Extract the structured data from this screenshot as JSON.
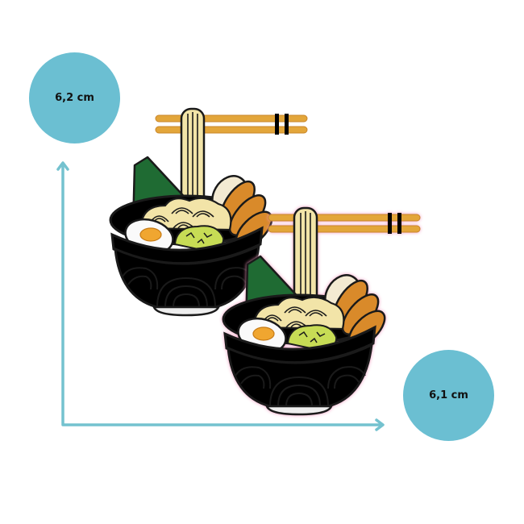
{
  "dimensions": {
    "height_label": "6,2 cm",
    "width_label": "6,1 cm"
  },
  "colors": {
    "background": "#ffffff",
    "badge": "#6bbfd2",
    "arrow": "#74c2cf",
    "outline": "#1a1a1a",
    "noodle": "#f2e4a8",
    "chopstick": "#e3a63a",
    "nori": "#1f6b33",
    "egg_white": "#fafafa",
    "egg_yolk": "#f0a630",
    "narutomaki_meat": "#d98a2a",
    "meat_cream": "#f3ead2",
    "greens": "#c7dc55",
    "blue_patch": {
      "rim": "#1f6fc4",
      "body": "#a9d8f0",
      "band": "#1f6fc4",
      "outline_glow": "#cfe7f6"
    },
    "pink_patch": {
      "rim": "#a78be0",
      "body": "#f4a9c8",
      "band": "#f7b0cf",
      "outline_glow": "#f7b5cf",
      "band_color": "#a58ee0"
    }
  },
  "images": [
    {
      "name": "ramen-patch-blue",
      "description": "Embroidered ramen bowl patch with blue bowl, chopsticks, noodles, egg, nori and meat slices"
    },
    {
      "name": "ramen-patch-pink",
      "description": "Embroidered ramen bowl patch with pink and purple bowl, chopsticks, noodles, egg, nori and meat slices"
    }
  ]
}
